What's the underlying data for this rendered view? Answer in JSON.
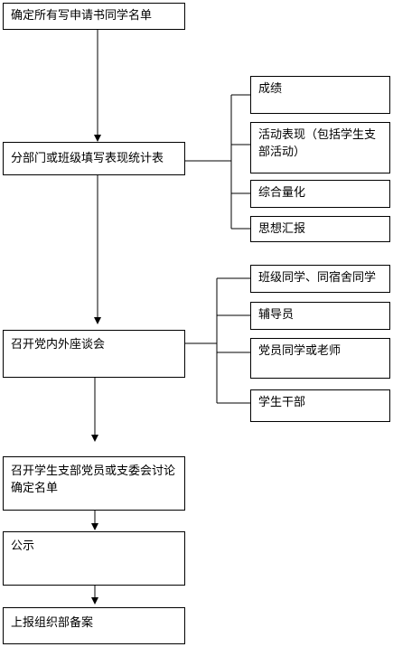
{
  "main_steps": [
    "确定所有写申请书同学名单",
    "分部门或班级填写表现统计表",
    "召开党内外座谈会",
    "召开学生支部党员或支委会讨论确定名单",
    "公示",
    "上报组织部备案"
  ],
  "statistics_items": [
    "成绩",
    "活动表现（包括学生支部活动）",
    "综合量化",
    "思想汇报"
  ],
  "forum_participants": [
    "班级同学、同宿舍同学",
    "辅导员",
    "党员同学或老师",
    "学生干部"
  ]
}
